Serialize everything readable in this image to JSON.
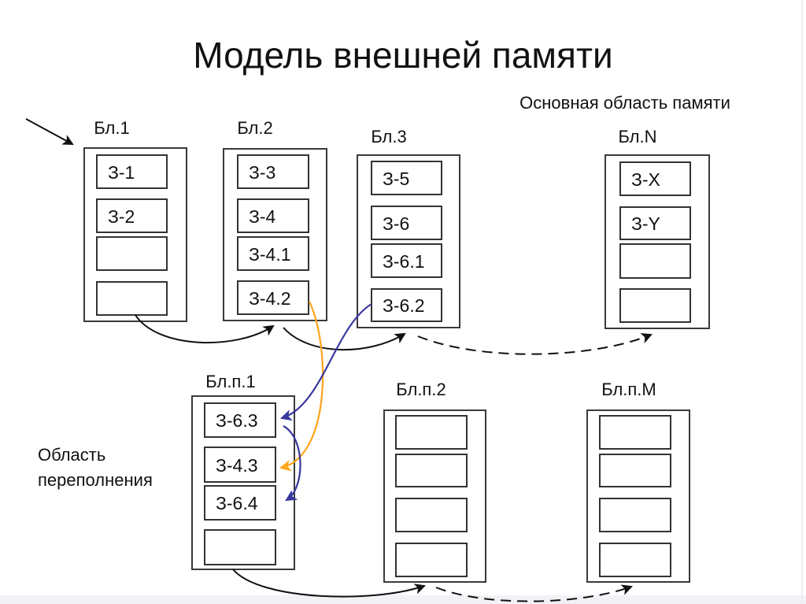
{
  "slide": {
    "title": "Модель внешней памяти",
    "main_area_label": "Основная область памяти",
    "overflow_label_line1": "Область",
    "overflow_label_line2": "переполнения"
  },
  "blocks": {
    "bl1": {
      "label": "Бл.1",
      "cells": [
        "З-1",
        "З-2",
        "",
        ""
      ]
    },
    "bl2": {
      "label": "Бл.2",
      "cells": [
        "З-3",
        "З-4",
        "З-4.1",
        "З-4.2"
      ]
    },
    "bl3": {
      "label": "Бл.3",
      "cells": [
        "З-5",
        "З-6",
        "З-6.1",
        "З-6.2"
      ]
    },
    "blN": {
      "label": "Бл.N",
      "cells": [
        "З-X",
        "З-Y",
        "",
        ""
      ]
    },
    "blp1": {
      "label": "Бл.п.1",
      "cells": [
        "З-6.3",
        "З-4.3",
        "З-6.4",
        ""
      ]
    },
    "blp2": {
      "label": "Бл.п.2",
      "cells": [
        "",
        "",
        "",
        ""
      ]
    },
    "blpM": {
      "label": "Бл.п.M",
      "cells": [
        "",
        "",
        "",
        ""
      ]
    }
  },
  "links": [
    {
      "from": "pointer",
      "to": "Бл.1",
      "style": "solid",
      "color": "#111111"
    },
    {
      "from": "Бл.1",
      "to": "Бл.2",
      "style": "solid",
      "color": "#111111"
    },
    {
      "from": "Бл.2",
      "to": "Бл.3",
      "style": "solid",
      "color": "#111111"
    },
    {
      "from": "Бл.3",
      "to": "Бл.N",
      "style": "dashed",
      "color": "#111111"
    },
    {
      "from": "Бл.п.1",
      "to": "Бл.п.2",
      "style": "solid",
      "color": "#111111"
    },
    {
      "from": "Бл.п.2",
      "to": "Бл.п.M",
      "style": "dashed",
      "color": "#111111"
    },
    {
      "from": "З-6.2",
      "to": "З-6.3",
      "style": "solid",
      "color": "#37379E"
    },
    {
      "from": "З-6.3",
      "to": "З-6.4",
      "style": "solid",
      "color": "#37379E"
    },
    {
      "from": "З-4.2",
      "to": "З-4.3",
      "style": "solid",
      "color": "#FFA41C"
    }
  ],
  "colors": {
    "record_chain_6": "#37379E",
    "record_chain_4": "#FFA41C",
    "line": "#111111"
  }
}
